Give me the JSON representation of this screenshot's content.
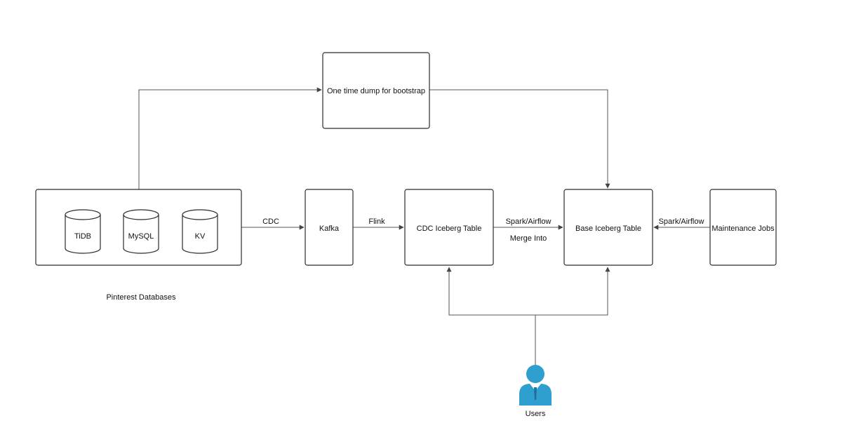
{
  "colors": {
    "stroke": "#2b2b2b",
    "edge": "#555555",
    "user_icon": "#2f9fd0",
    "background": "#ffffff"
  },
  "nodes": {
    "bootstrap": "One time dump for bootstrap",
    "databases_group_label": "Pinterest Databases",
    "tidb": "TiDB",
    "mysql": "MySQL",
    "kv": "KV",
    "kafka": "Kafka",
    "cdc_table": "CDC Iceberg Table",
    "base_table": "Base Iceberg Table",
    "maintenance": "Maintenance Jobs",
    "users": "Users"
  },
  "edges": {
    "cdc": "CDC",
    "flink": "Flink",
    "spark_airflow_merge": "Spark/Airflow",
    "merge_into": "Merge Into",
    "spark_airflow_maint": "Spark/Airflow"
  },
  "icons": {
    "database": "cylinder-icon",
    "user": "user-person-icon"
  }
}
